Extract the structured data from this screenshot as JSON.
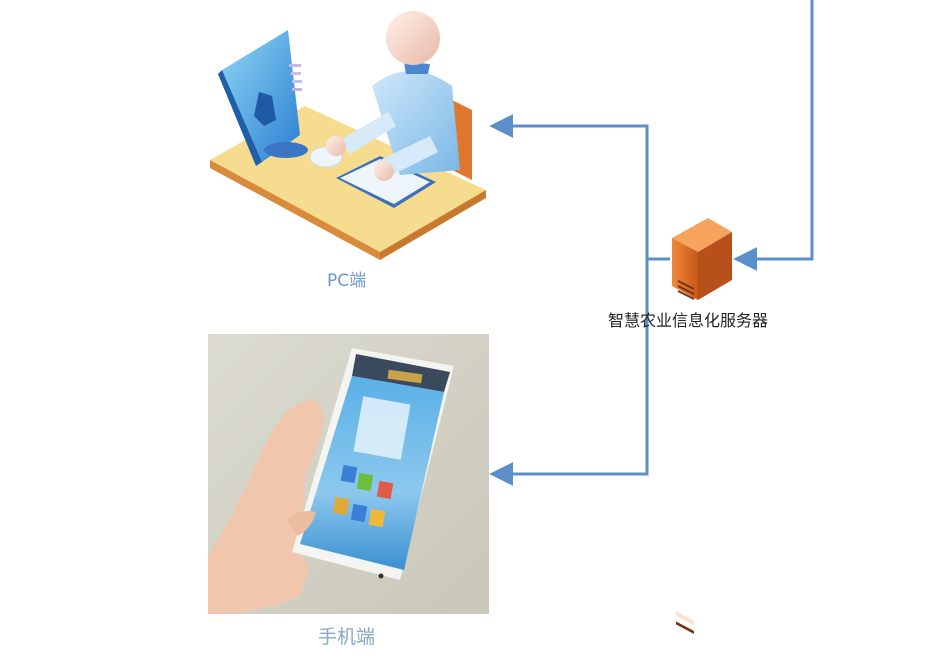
{
  "nodes": {
    "pc": {
      "label": "PC端",
      "icon": "pc-workstation-illustration"
    },
    "mobile": {
      "label": "手机端",
      "icon": "phone-in-hand-photo"
    },
    "server": {
      "label": "智慧农业信息化服务器",
      "icon": "server-tower-icon"
    }
  },
  "colors": {
    "connector": "#5b8fc9",
    "server": "#e4782e",
    "pc_label": "#6d9ac4",
    "mobile_label": "#8aa9c7"
  }
}
